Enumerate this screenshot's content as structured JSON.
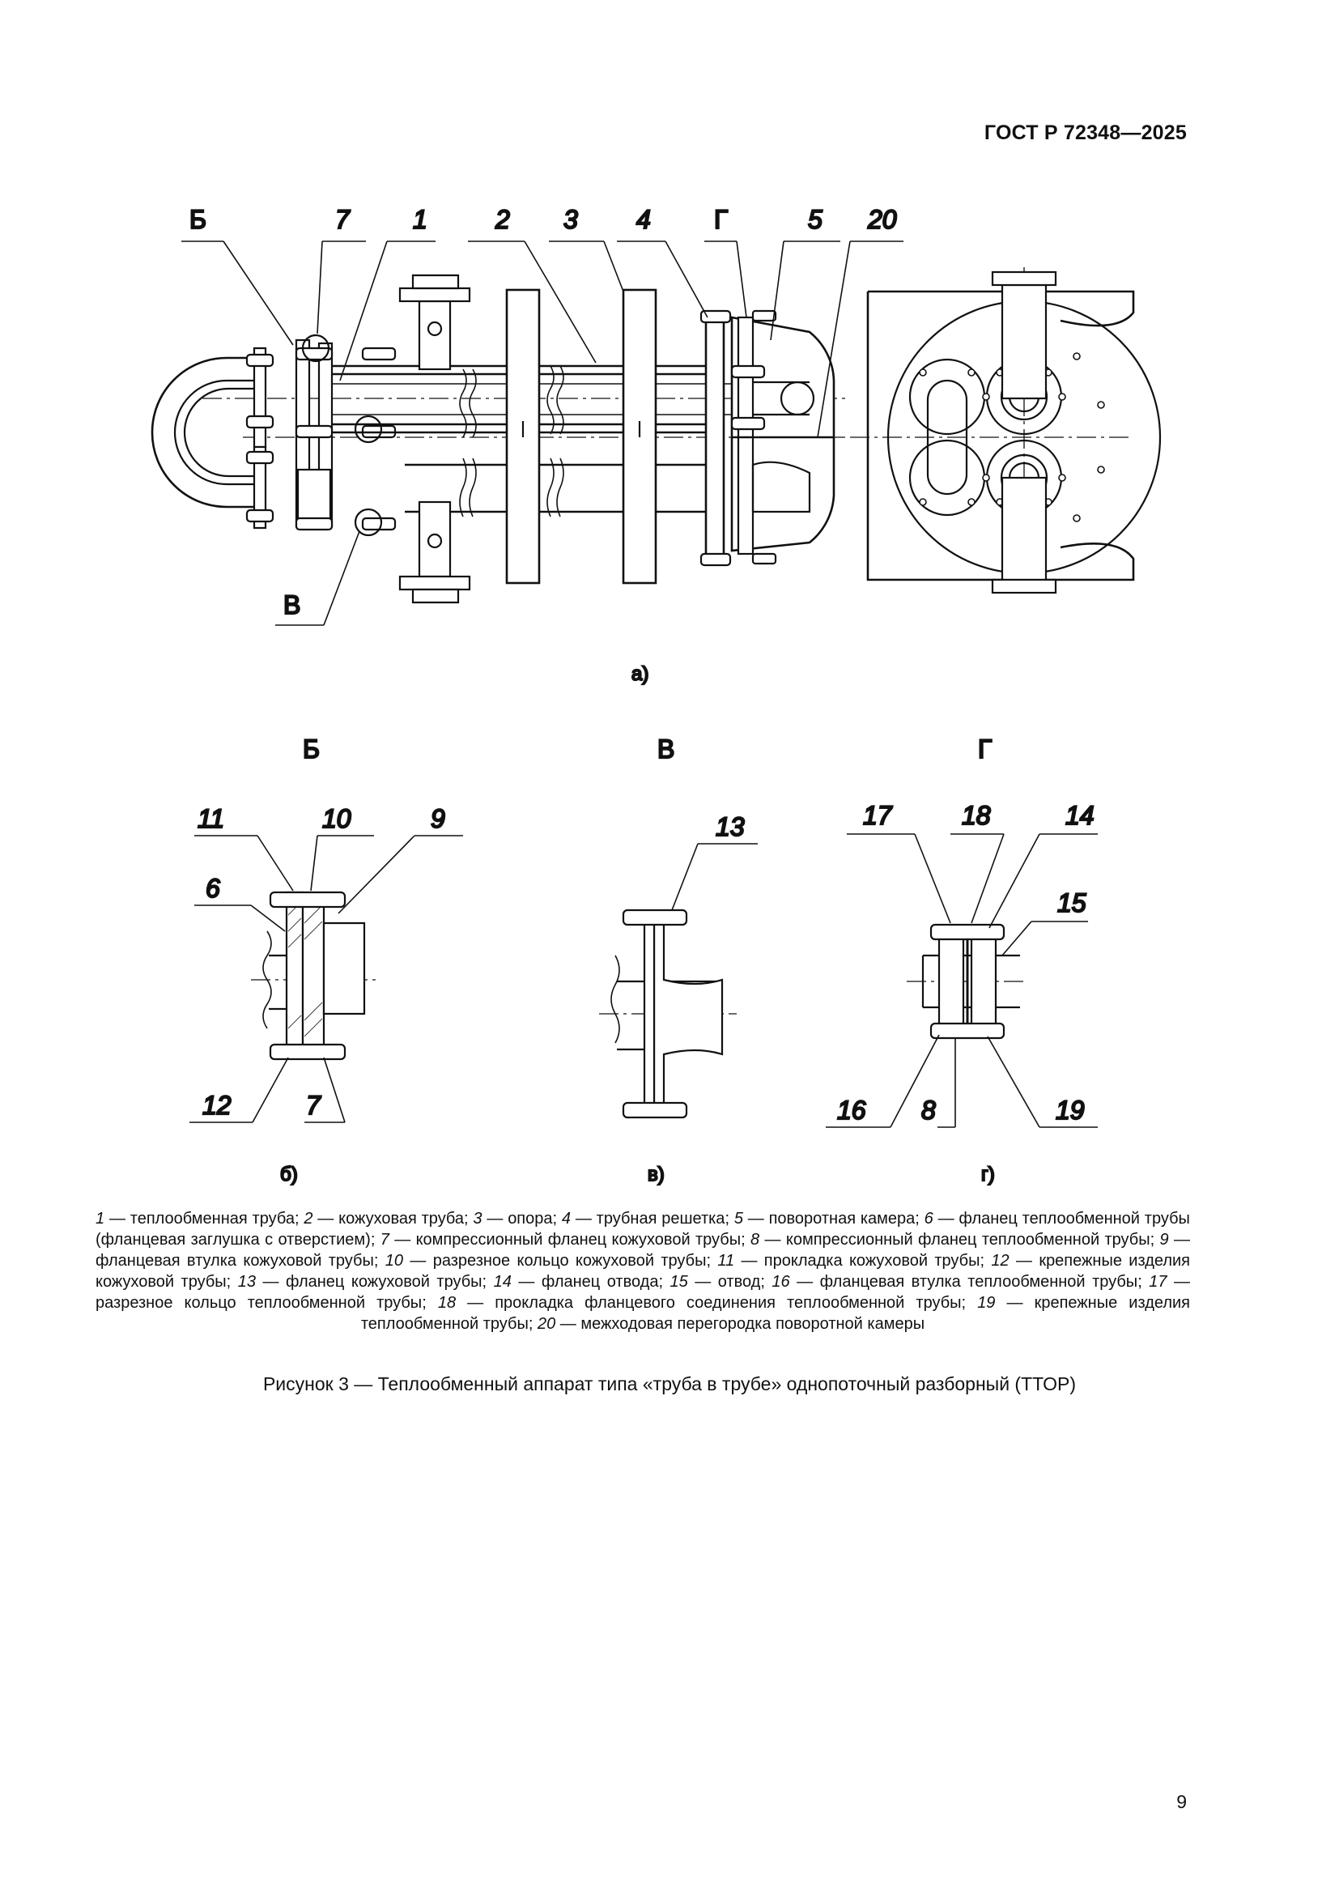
{
  "header": {
    "standard": "ГОСТ Р 72348—2025"
  },
  "figure": {
    "callouts_top": [
      "Б",
      "7",
      "1",
      "2",
      "3",
      "4",
      "Г",
      "5",
      "20"
    ],
    "callout_bottom_left": "В",
    "subfig_a": "а)",
    "detail_titles": [
      "Б",
      "В",
      "Г"
    ],
    "detail_b": {
      "labels": [
        "11",
        "10",
        "9",
        "6",
        "12",
        "7"
      ],
      "caption": "б)"
    },
    "detail_v": {
      "labels": [
        "13"
      ],
      "caption": "в)"
    },
    "detail_g": {
      "labels": [
        "17",
        "18",
        "14",
        "15",
        "16",
        "8",
        "19"
      ],
      "caption": "г)"
    }
  },
  "legend": [
    {
      "num": "1",
      "text": "теплообменная труба"
    },
    {
      "num": "2",
      "text": "кожуховая труба"
    },
    {
      "num": "3",
      "text": "опора"
    },
    {
      "num": "4",
      "text": "трубная решетка"
    },
    {
      "num": "5",
      "text": "поворотная камера"
    },
    {
      "num": "6",
      "text": "фланец теплообменной трубы (фланцевая заглушка с отверстием)"
    },
    {
      "num": "7",
      "text": "компрессионный фланец кожуховой трубы"
    },
    {
      "num": "8",
      "text": "компрессионный фланец теплообменной трубы"
    },
    {
      "num": "9",
      "text": "фланцевая втулка кожуховой трубы"
    },
    {
      "num": "10",
      "text": "разрезное кольцо кожуховой трубы"
    },
    {
      "num": "11",
      "text": "прокладка кожуховой трубы"
    },
    {
      "num": "12",
      "text": "крепежные изделия кожуховой трубы"
    },
    {
      "num": "13",
      "text": "фланец кожуховой трубы"
    },
    {
      "num": "14",
      "text": "фланец отвода"
    },
    {
      "num": "15",
      "text": "отвод"
    },
    {
      "num": "16",
      "text": "фланцевая втулка теплообменной трубы"
    },
    {
      "num": "17",
      "text": "разрезное кольцо теплообменной трубы"
    },
    {
      "num": "18",
      "text": "прокладка фланцевого соединения теплообменной трубы"
    },
    {
      "num": "19",
      "text": "крепежные изделия теплообменной трубы"
    },
    {
      "num": "20",
      "text": "межходовая перегородка поворотной камеры"
    }
  ],
  "caption": "Рисунок 3 — Теплообменный аппарат типа «труба в трубе» однопоточный разборный (ТТОР)",
  "page_number": "9"
}
